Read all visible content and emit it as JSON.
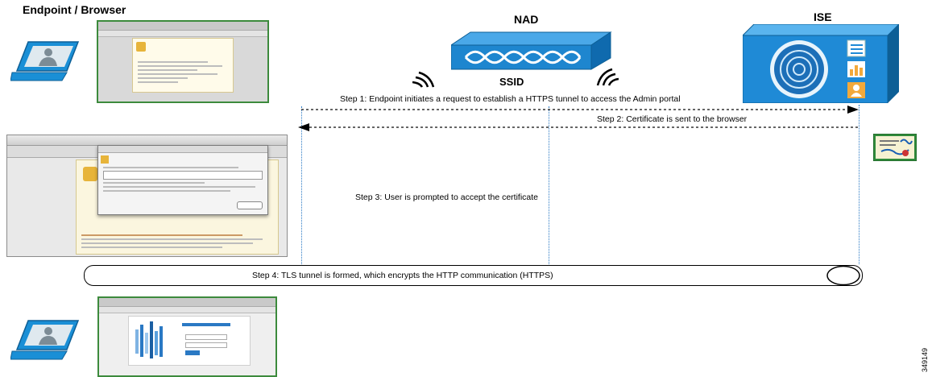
{
  "headers": {
    "endpoint": "Endpoint / Browser",
    "nad": "NAD",
    "ise": "ISE"
  },
  "nad_label": "SSID",
  "steps": {
    "step1": "Step 1: Endpoint initiates a request to establish a HTTPS tunnel to access the Admin portal",
    "step2": "Step 2: Certificate is sent to the browser",
    "step3": "Step 3: User is prompted to accept the certificate",
    "step4": "Step 4: TLS tunnel is formed, which encrypts the HTTP communication (HTTPS)"
  },
  "figure_number": "349149",
  "colors": {
    "laptop": "#1a8fd6",
    "nad_box": "#1e86cf",
    "ise_box": "#1f8ad6",
    "guide_lines": "#2a79c4",
    "screenshot_border": "#3c8a3c"
  },
  "icons": [
    "laptop-icon",
    "nad-device-icon",
    "wireless-signal-icon",
    "ise-server-icon",
    "certificate-icon"
  ]
}
